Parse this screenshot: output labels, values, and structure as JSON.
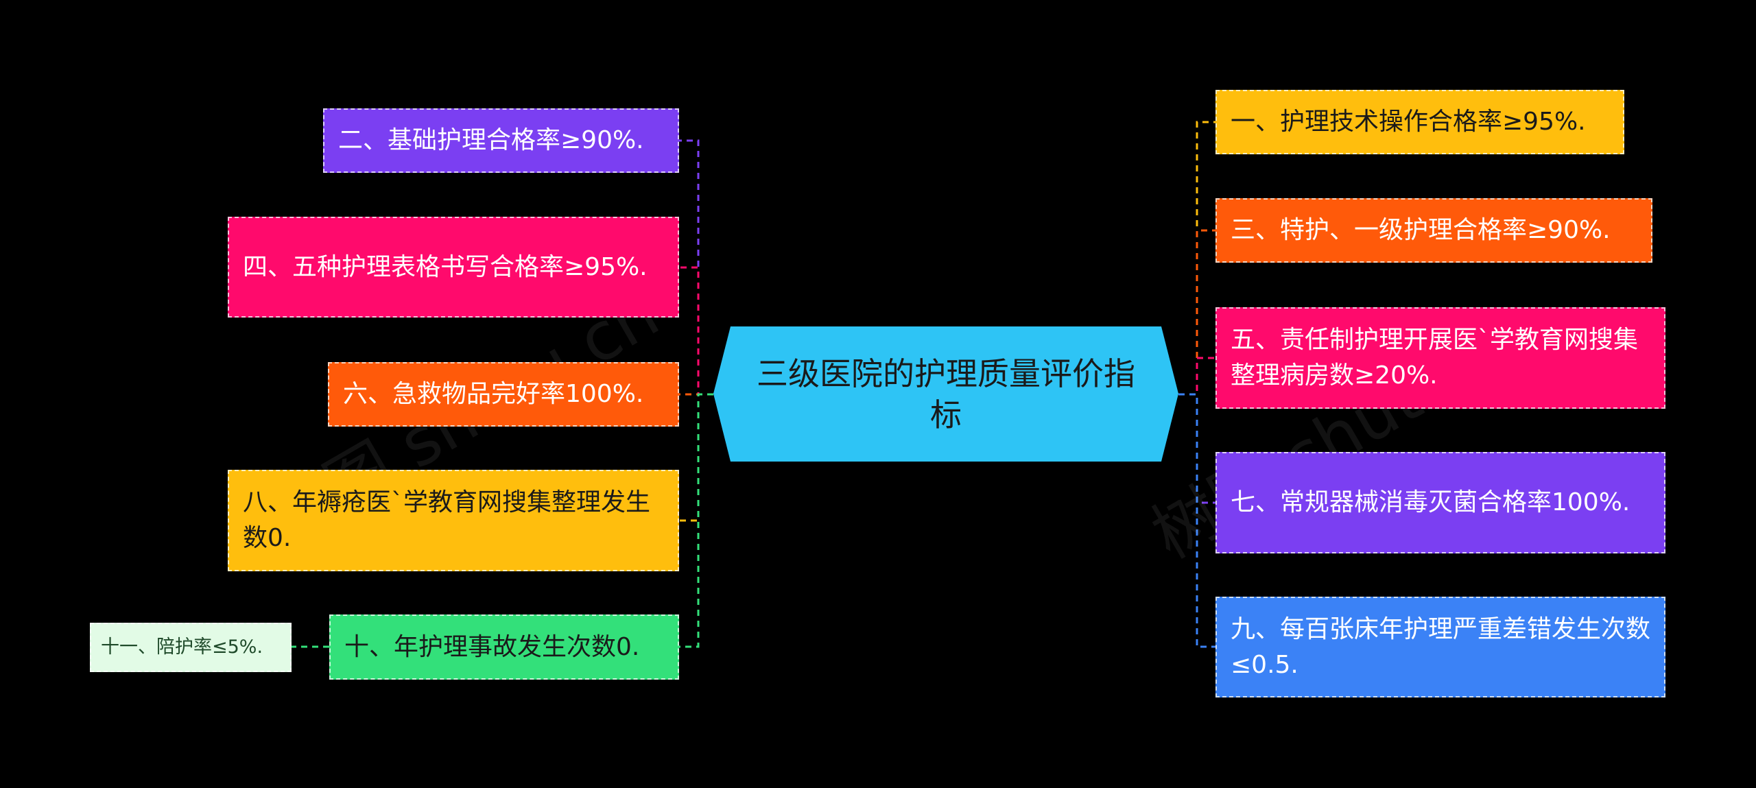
{
  "center": {
    "label": "三级医院的护理质量评价指标",
    "color": "#2ec4f5"
  },
  "left_nodes": [
    {
      "label": "二、基础护理合格率≥90%.",
      "color": "#7b3ff2"
    },
    {
      "label": "四、五种护理表格书写合格率≥95%.",
      "color": "#ff0a6c"
    },
    {
      "label": "六、急救物品完好率100%.",
      "color": "#ff5a0a"
    },
    {
      "label": "八、年褥疮医`学教育网搜集整理发生数0.",
      "color": "#ffbe0d"
    },
    {
      "label": "十、年护理事故发生次数0.",
      "color": "#33e07a"
    }
  ],
  "sub_node": {
    "label": "十一、陪护率≤5%.",
    "color": "#e2fbe6"
  },
  "right_nodes": [
    {
      "label": "一、护理技术操作合格率≥95%.",
      "color": "#ffbe0d"
    },
    {
      "label": "三、特护、一级护理合格率≥90%.",
      "color": "#ff5a0a"
    },
    {
      "label": "五、责任制护理开展医`学教育网搜集整理病房数≥20%.",
      "color": "#ff0a6c"
    },
    {
      "label": "七、常规器械消毒灭菌合格率100%.",
      "color": "#7b3ff2"
    },
    {
      "label": "九、每百张床年护理严重差错发生次数≤0.5.",
      "color": "#3b82f6"
    }
  ],
  "watermark": "树图 shutu.cn"
}
